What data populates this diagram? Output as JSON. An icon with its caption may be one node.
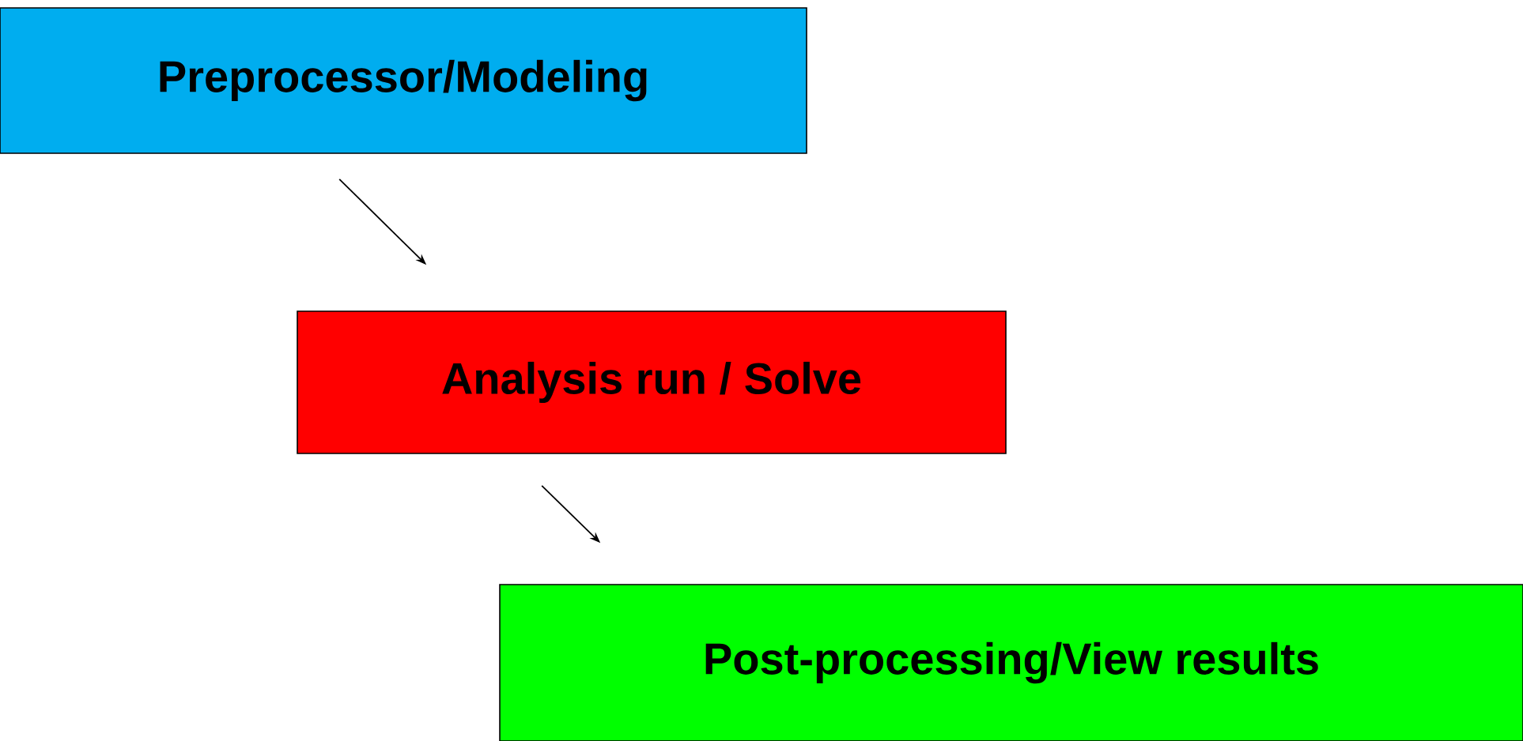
{
  "diagram": {
    "nodes": [
      {
        "text": [
          "Preprocessor/Modeling"
        ]
      },
      {
        "text": [
          "Analysis run / Solve"
        ]
      },
      {
        "text": [
          "Post-processing/View results"
        ]
      }
    ],
    "edges": [
      {
        "from": 0,
        "to": 1,
        "arrow": "to"
      },
      {
        "from": 1,
        "to": 2,
        "arrow": "to"
      }
    ]
  }
}
